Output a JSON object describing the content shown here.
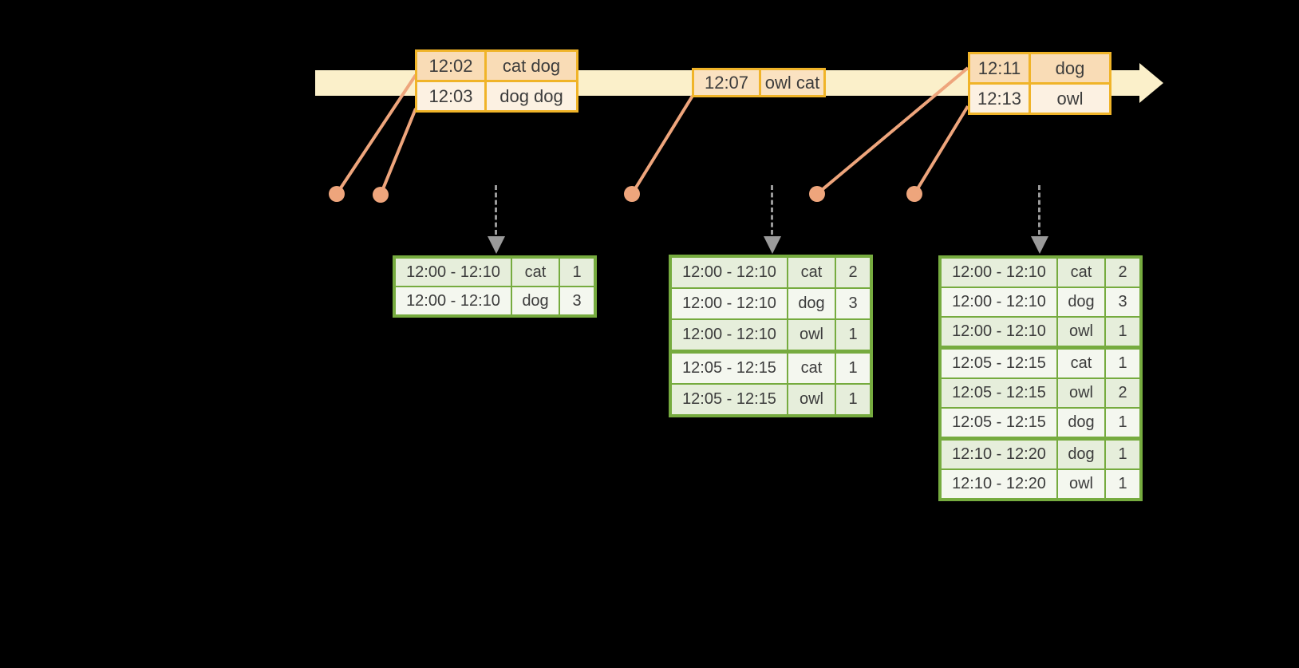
{
  "colors": {
    "background": "#000000",
    "timeline_fill": "#FBF0CA",
    "event_table_border": "#F0B429",
    "event_row_dark": "#F9DCB6",
    "event_row_light": "#FCF1E2",
    "event_row_mid": "#FAE2C1",
    "connector_salmon": "#EEA57C",
    "result_table_border": "#76AB3F",
    "result_row_green": "#E6EEDB",
    "result_row_white": "#F4F7EF",
    "dashed_arrow_gray": "#9A9A9A",
    "text": "#3C3C3C"
  },
  "event_tables": [
    {
      "rows": [
        {
          "time": "12:02",
          "words": "cat dog"
        },
        {
          "time": "12:03",
          "words": "dog dog"
        }
      ]
    },
    {
      "rows": [
        {
          "time": "12:07",
          "words": "owl cat"
        }
      ]
    },
    {
      "rows": [
        {
          "time": "12:11",
          "words": "dog"
        },
        {
          "time": "12:13",
          "words": "owl"
        }
      ]
    }
  ],
  "result_tables": [
    {
      "rows": [
        {
          "window": "12:00 - 12:10",
          "word": "cat",
          "count": "1"
        },
        {
          "window": "12:00 - 12:10",
          "word": "dog",
          "count": "3"
        }
      ]
    },
    {
      "rows": [
        {
          "window": "12:00 - 12:10",
          "word": "cat",
          "count": "2"
        },
        {
          "window": "12:00 - 12:10",
          "word": "dog",
          "count": "3"
        },
        {
          "window": "12:00 - 12:10",
          "word": "owl",
          "count": "1"
        },
        {
          "window": "12:05 - 12:15",
          "word": "cat",
          "count": "1"
        },
        {
          "window": "12:05 - 12:15",
          "word": "owl",
          "count": "1"
        }
      ]
    },
    {
      "rows": [
        {
          "window": "12:00 - 12:10",
          "word": "cat",
          "count": "2"
        },
        {
          "window": "12:00 - 12:10",
          "word": "dog",
          "count": "3"
        },
        {
          "window": "12:00 - 12:10",
          "word": "owl",
          "count": "1"
        },
        {
          "window": "12:05 - 12:15",
          "word": "cat",
          "count": "1"
        },
        {
          "window": "12:05 - 12:15",
          "word": "owl",
          "count": "2"
        },
        {
          "window": "12:05 - 12:15",
          "word": "dog",
          "count": "1"
        },
        {
          "window": "12:10 - 12:20",
          "word": "dog",
          "count": "1"
        },
        {
          "window": "12:10 - 12:20",
          "word": "owl",
          "count": "1"
        }
      ]
    }
  ]
}
